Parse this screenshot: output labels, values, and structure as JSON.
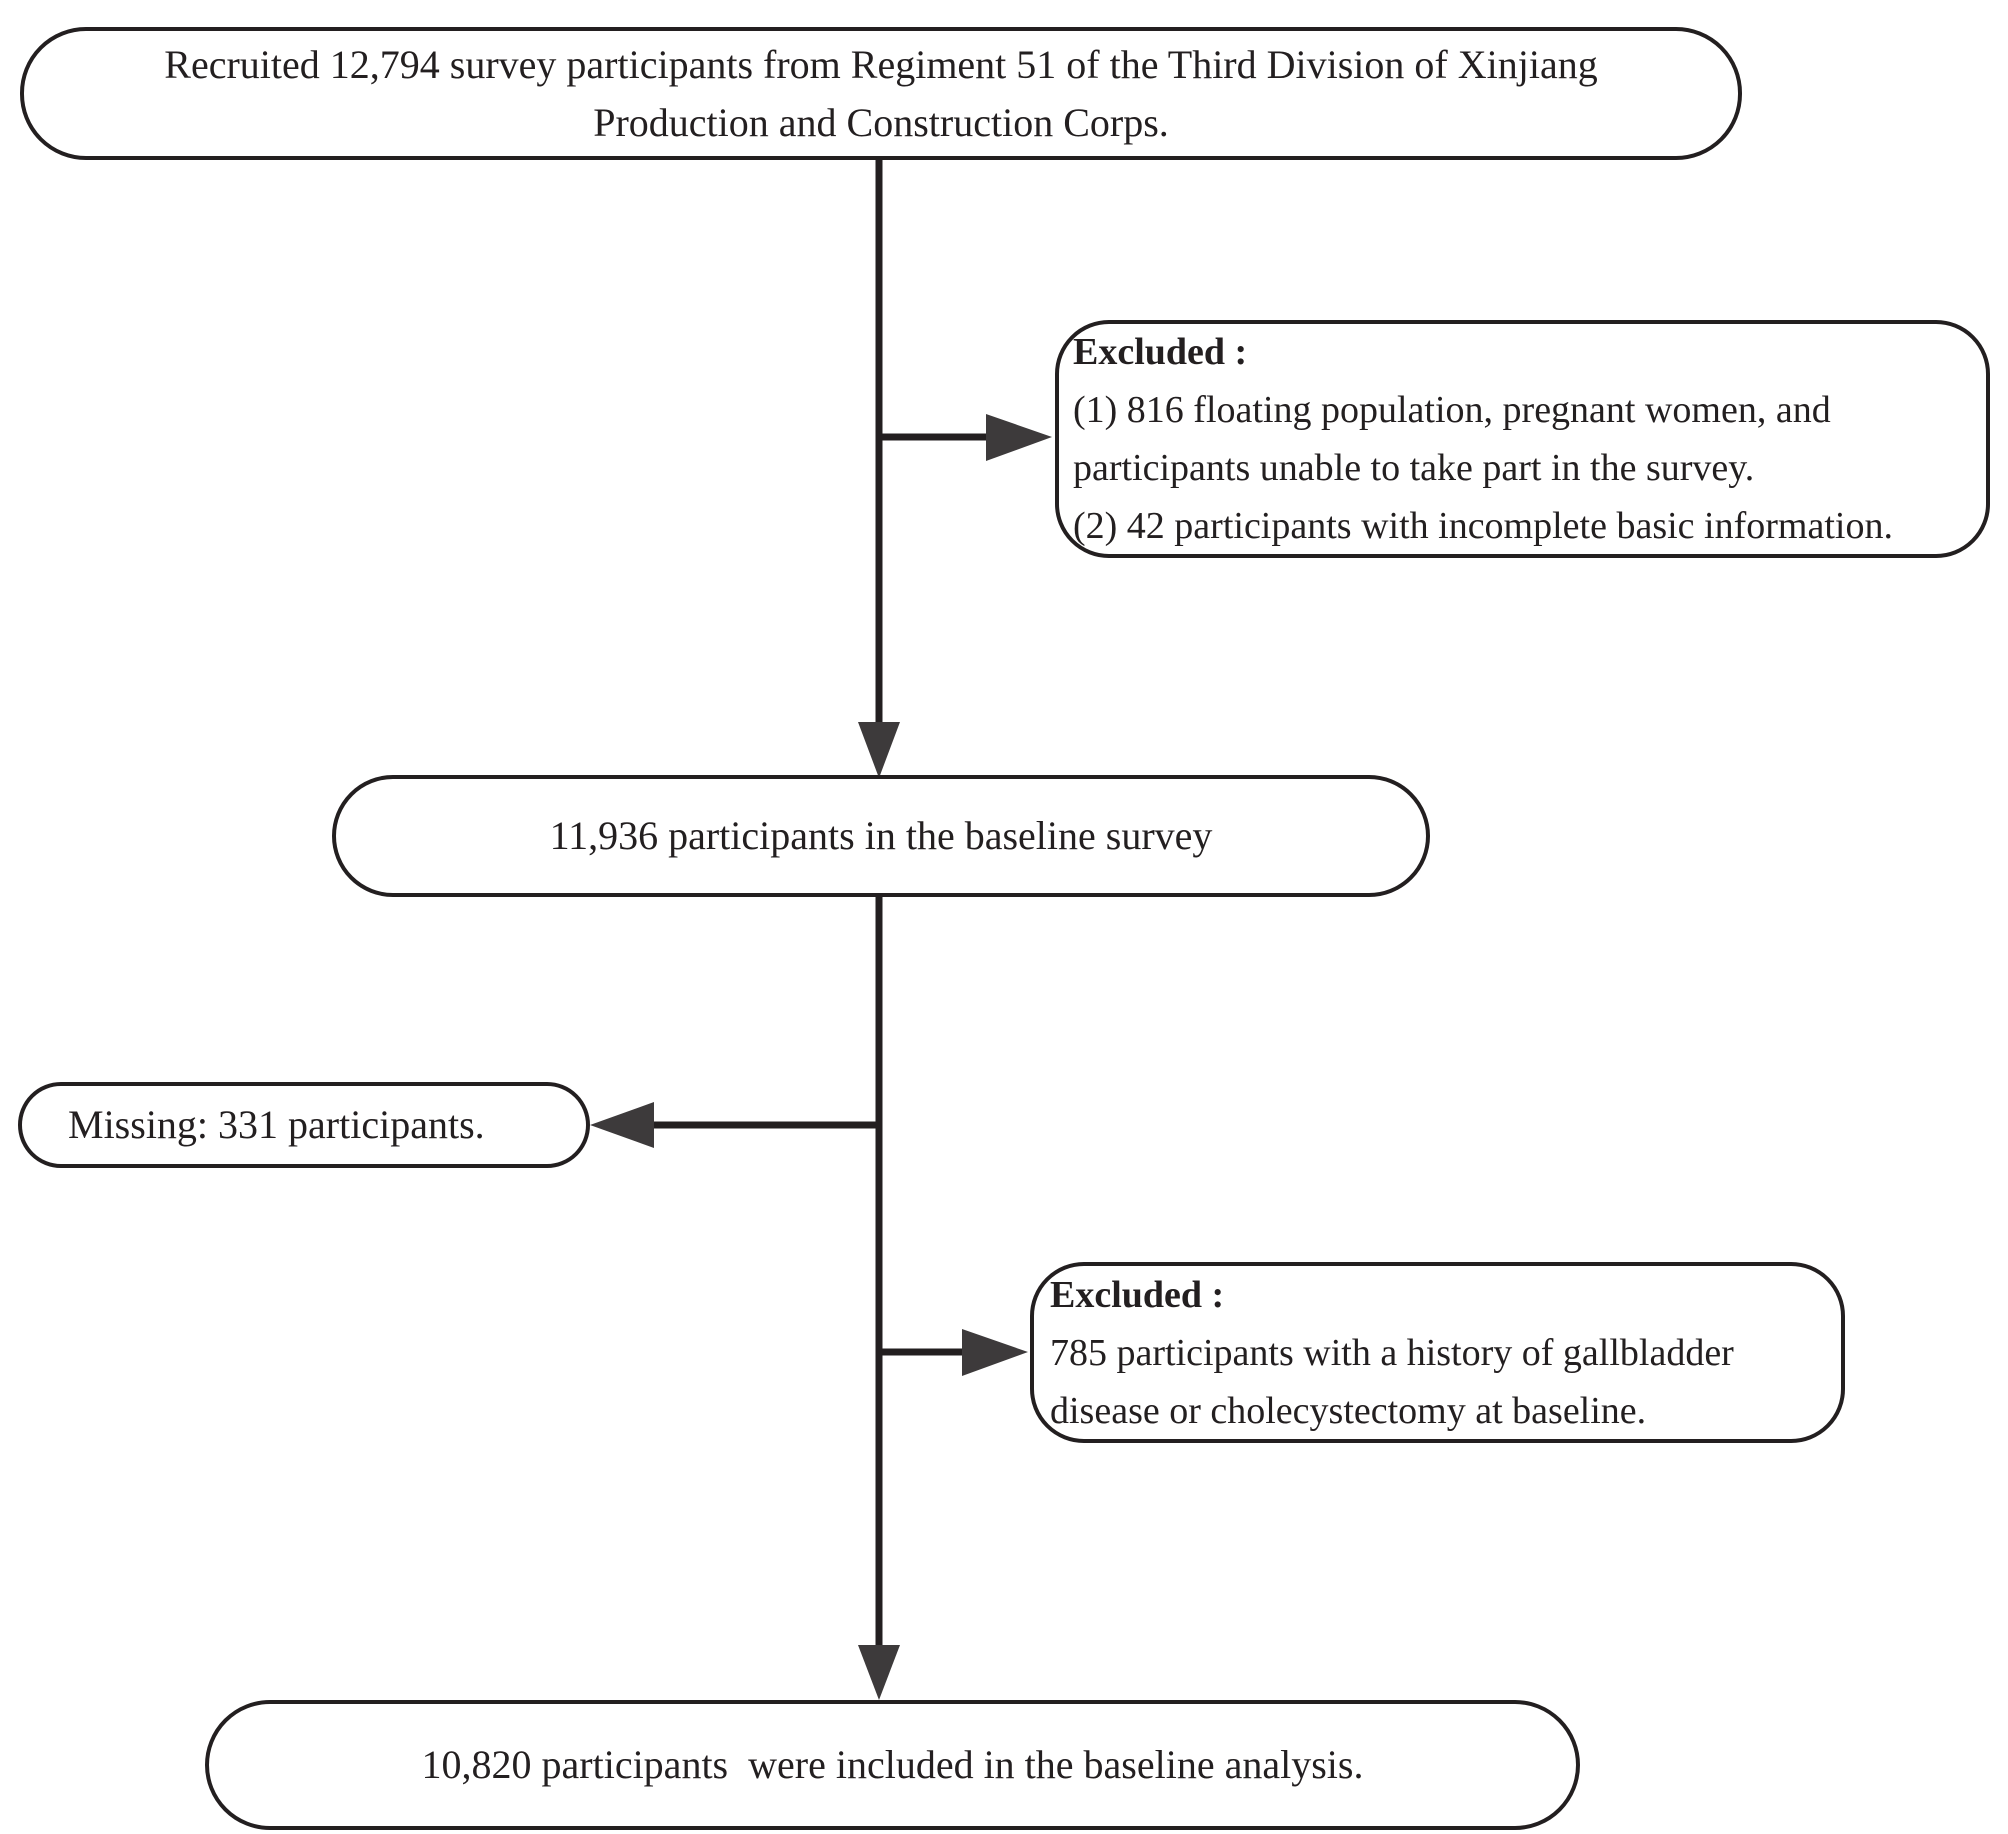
{
  "diagram": {
    "type": "flowchart",
    "title": "Study participant selection flow",
    "line_color": "#231f20",
    "background_color": "#ffffff",
    "nodes": {
      "recruited": {
        "id": "recruited",
        "shape": "rounded-rectangle",
        "lines": [
          "Recruited 12,794 survey participants from Regiment 51 of the Third Division of Xinjiang",
          "Production and Construction Corps."
        ]
      },
      "excluded_1": {
        "id": "excluded-1",
        "shape": "rounded-rectangle",
        "heading": "Excluded :",
        "lines": [
          "(1) 816 floating population, pregnant women, and",
          "participants unable to take part in the survey.",
          "(2) 42 participants with incomplete basic information."
        ]
      },
      "baseline": {
        "id": "baseline",
        "shape": "rounded-rectangle",
        "lines": [
          "11,936 participants in the baseline survey"
        ]
      },
      "missing": {
        "id": "missing",
        "shape": "rounded-rectangle",
        "lines": [
          "Missing: 331 participants."
        ]
      },
      "excluded_2": {
        "id": "excluded-2",
        "shape": "rounded-rectangle",
        "heading": "Excluded :",
        "lines": [
          "785 participants with a history of gallbladder",
          "disease or cholecystectomy at baseline."
        ]
      },
      "included": {
        "id": "included",
        "shape": "rounded-rectangle",
        "lines": [
          "10,820 participants  were included in the baseline analysis."
        ]
      }
    },
    "edges": [
      {
        "id": "edge-recruited-to-baseline",
        "from": "recruited",
        "to": "baseline",
        "direction": "down",
        "arrowhead": true
      },
      {
        "id": "edge-trunk-to-excluded-1",
        "from": "recruited",
        "to": "excluded_1",
        "direction": "right",
        "arrowhead": true
      },
      {
        "id": "edge-baseline-to-included",
        "from": "baseline",
        "to": "included",
        "direction": "down",
        "arrowhead": true
      },
      {
        "id": "edge-trunk-to-missing",
        "from": "baseline",
        "to": "missing",
        "direction": "left",
        "arrowhead": true
      },
      {
        "id": "edge-trunk-to-excluded-2",
        "from": "baseline",
        "to": "excluded_2",
        "direction": "right",
        "arrowhead": true
      }
    ],
    "counts": {
      "recruited": 12794,
      "excluded_floating_pregnant_unable": 816,
      "excluded_incomplete_info": 42,
      "baseline_survey": 11936,
      "missing": 331,
      "excluded_gallbladder_history": 785,
      "included_in_analysis": 10820
    }
  }
}
